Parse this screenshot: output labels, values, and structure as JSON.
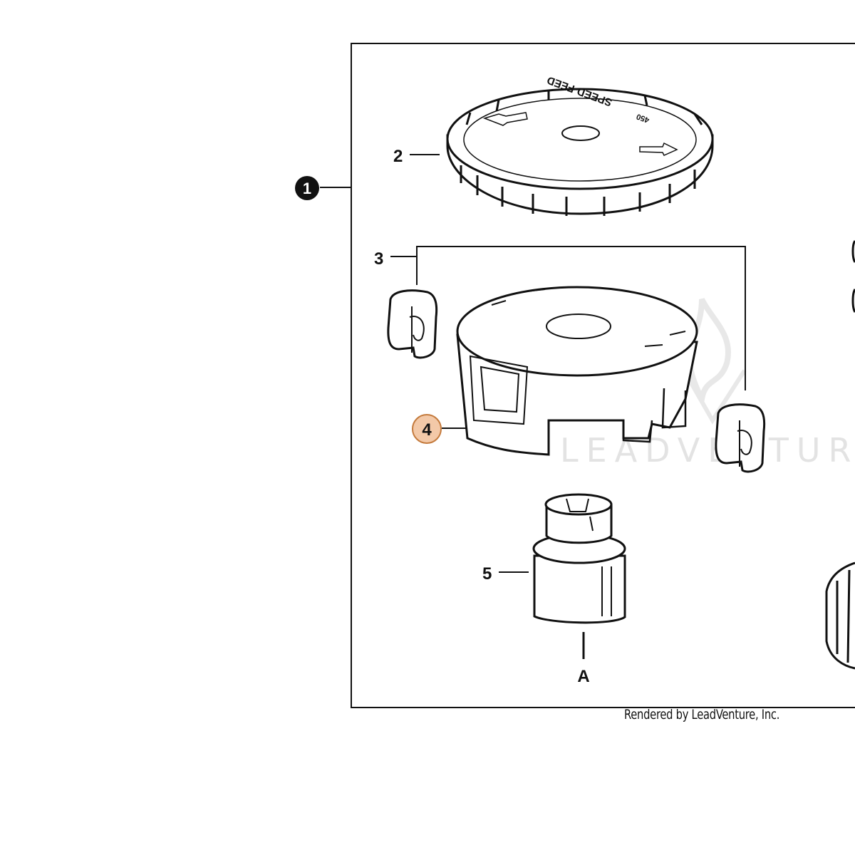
{
  "diagram": {
    "assembly_callout": "1",
    "callouts": [
      {
        "id": "cap",
        "label": "2"
      },
      {
        "id": "eyelets",
        "label": "3"
      },
      {
        "id": "spool",
        "label": "4",
        "highlighted": true
      },
      {
        "id": "adapter",
        "label": "5"
      }
    ],
    "reference": "A",
    "cap_text": "SPEED-FEED",
    "cap_subtext": "450",
    "watermark": "LEADVENTURE"
  },
  "credit": "Rendered by LeadVenture, Inc.",
  "colors": {
    "line": "#111111",
    "highlight_fill": "#f3c9a8",
    "highlight_stroke": "#c47a3c",
    "watermark": "#e3e3e3"
  }
}
